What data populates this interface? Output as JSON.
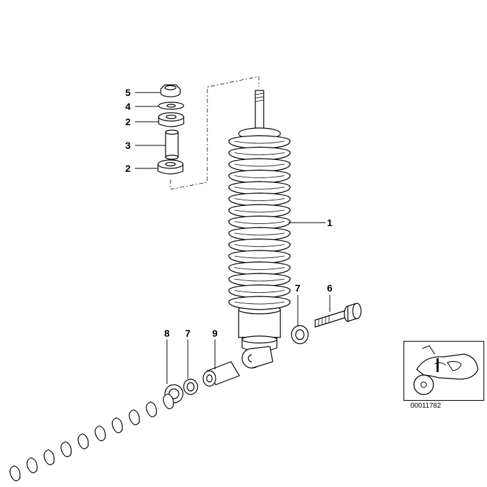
{
  "callouts": {
    "shock": "1",
    "damper_upper": "2",
    "damper_lower": "2",
    "bushing_sleeve": "3",
    "washer_top": "4",
    "nut": "5",
    "bolt": "6",
    "washer_right": "7",
    "washer_left": "7",
    "bearing_ring": "8",
    "spacer_sleeve": "9"
  },
  "image_code": "00011782",
  "colors": {
    "line": "#000000",
    "background": "#ffffff"
  }
}
